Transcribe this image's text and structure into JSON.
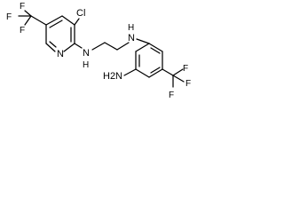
{
  "molecule": {
    "atoms": {
      "cl": "Cl",
      "n_pyridine": "N",
      "nh_left": "N",
      "h_left": "H",
      "nh_right": "N",
      "h_right": "H",
      "nh2": "H2N",
      "f_left_1": "F",
      "f_left_2": "F",
      "f_left_3": "F",
      "f_right_1": "F",
      "f_right_2": "F",
      "f_right_3": "F"
    }
  }
}
